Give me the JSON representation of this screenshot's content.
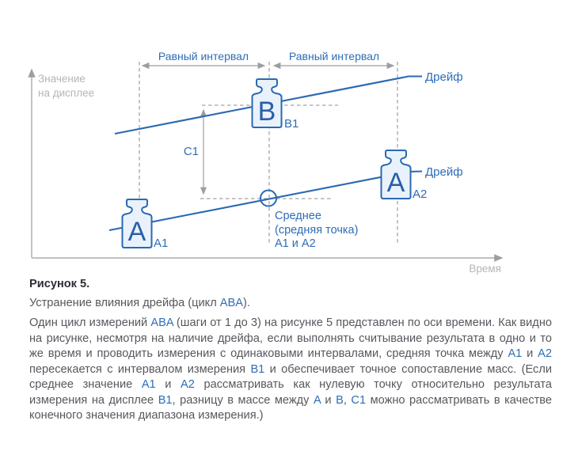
{
  "figure": {
    "title": "Рисунок 5.",
    "caption_segments": [
      {
        "text": "Устранение влияния дрейфа (цикл ",
        "style": "gray"
      },
      {
        "text": "ABA",
        "style": "blue"
      },
      {
        "text": ").",
        "style": "gray"
      }
    ]
  },
  "diagram": {
    "axis": {
      "y_label_line1": "Значение",
      "y_label_line2": "на дисплее",
      "x_label": "Время"
    },
    "intervals": {
      "label_left": "Равный интервал",
      "label_right": "Равный интервал"
    },
    "drift_label_top": "Дрейф",
    "drift_label_bottom": "Дрейф",
    "c1_label": "C1",
    "weights": {
      "b": {
        "letter": "B",
        "tag": "B1"
      },
      "a1": {
        "letter": "A",
        "tag": "A1"
      },
      "a2": {
        "letter": "A",
        "tag": "A2"
      }
    },
    "average": {
      "line1": "Среднее",
      "line2": "(средняя точка)",
      "line3": "A1 и A2"
    }
  },
  "paragraph": {
    "segments": [
      {
        "text": "Один цикл измерений ",
        "style": "gray"
      },
      {
        "text": "ABA",
        "style": "blue"
      },
      {
        "text": " (шаги от 1 до 3) на рисунке 5 представлен по оси времени. Как видно на рисунке, несмотря на наличие дрейфа, если выполнять считывание результата в одно и то же время и проводить измерения с одинаковыми интервалами, средняя точка между ",
        "style": "gray"
      },
      {
        "text": "A1",
        "style": "blue"
      },
      {
        "text": " и ",
        "style": "gray"
      },
      {
        "text": "A2",
        "style": "blue"
      },
      {
        "text": " пересекается с интервалом измерения ",
        "style": "gray"
      },
      {
        "text": "B1",
        "style": "blue"
      },
      {
        "text": " и обеспечивает точное сопоставление масс. (Если среднее значение ",
        "style": "gray"
      },
      {
        "text": "A1",
        "style": "blue"
      },
      {
        "text": " и ",
        "style": "gray"
      },
      {
        "text": "A2",
        "style": "blue"
      },
      {
        "text": " рассматривать как нулевую точку относительно результата измерения на дисплее ",
        "style": "gray"
      },
      {
        "text": "B1",
        "style": "blue"
      },
      {
        "text": ", разницу в массе между ",
        "style": "gray"
      },
      {
        "text": "A",
        "style": "blue"
      },
      {
        "text": " и ",
        "style": "gray"
      },
      {
        "text": "B",
        "style": "blue"
      },
      {
        "text": ", ",
        "style": "gray"
      },
      {
        "text": "C1",
        "style": "blue"
      },
      {
        "text": " можно рассматривать в качестве конечного значения диапазона измерения.)",
        "style": "gray"
      }
    ]
  },
  "colors": {
    "accent_blue": "#2a69b4",
    "text_blue": "#2e6db8",
    "body_text_gray": "#57585e",
    "axis_gray": "#a9abae",
    "weight_fill": "#e9f2fb"
  }
}
